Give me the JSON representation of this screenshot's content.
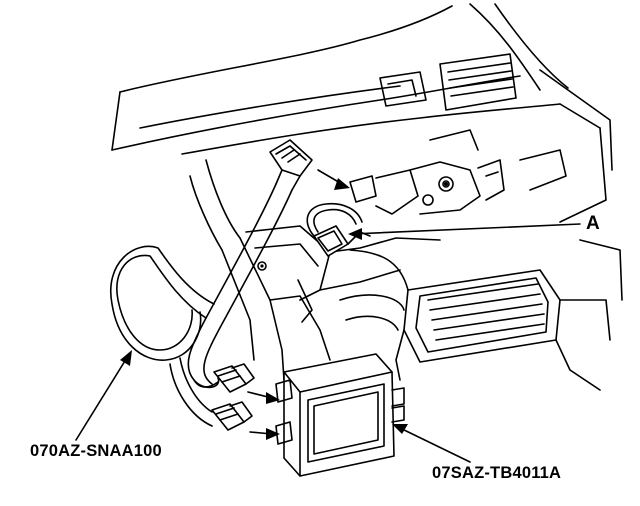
{
  "callouts": {
    "connector": "A",
    "harness": "070AZ-SNAA100",
    "module": "07SAZ-TB4011A"
  },
  "colors": {
    "ink": "#000000",
    "paper": "#ffffff"
  }
}
